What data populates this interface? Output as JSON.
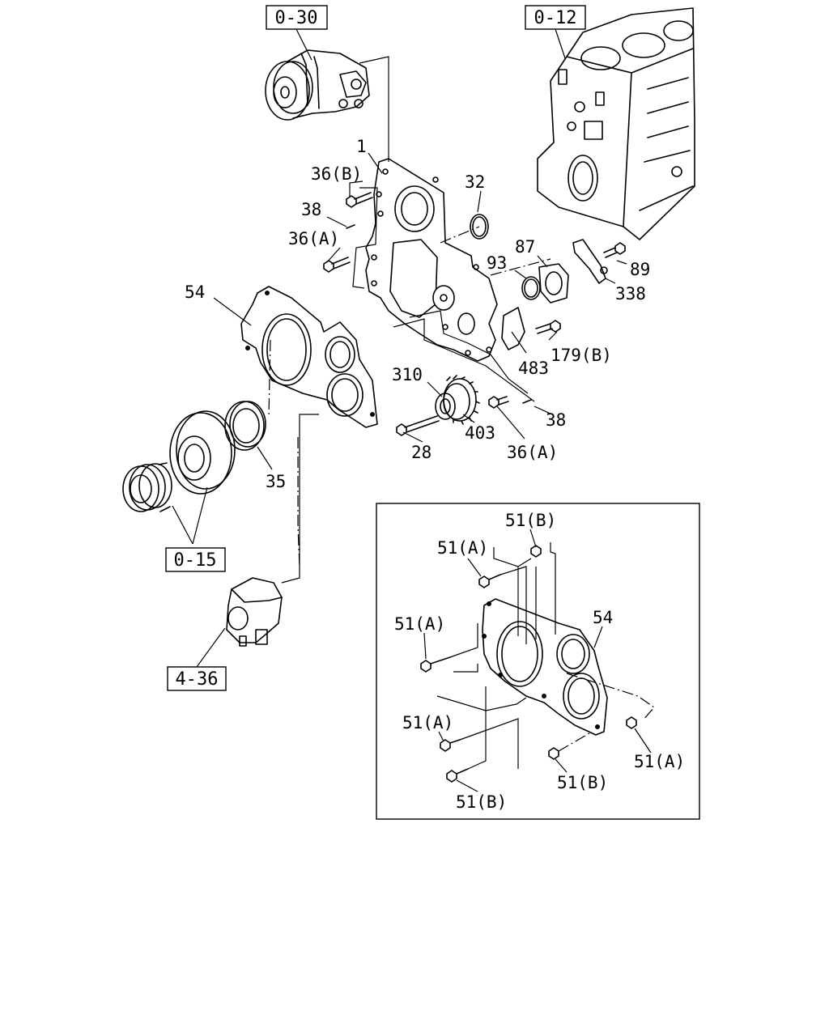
{
  "references": {
    "r_0_30": "0-30",
    "r_0_12": "0-12",
    "r_0_15": "0-15",
    "r_4_36": "4-36"
  },
  "labels": {
    "l_1": "1",
    "l_36b": "36(B)",
    "l_38_top": "38",
    "l_36a_top": "36(A)",
    "l_32": "32",
    "l_87": "87",
    "l_93": "93",
    "l_89": "89",
    "l_338": "338",
    "l_54": "54",
    "l_179b": "179(B)",
    "l_483": "483",
    "l_310": "310",
    "l_38_bot": "38",
    "l_403": "403",
    "l_28": "28",
    "l_36a_bot": "36(A)",
    "l_35": "35"
  },
  "inset": {
    "l_51b_top": "51(B)",
    "l_51a_1": "51(A)",
    "l_54": "54",
    "l_51a_2": "51(A)",
    "l_51a_3": "51(A)",
    "l_51a_4": "51(A)",
    "l_51b_2": "51(B)",
    "l_51b_3": "51(B)"
  }
}
